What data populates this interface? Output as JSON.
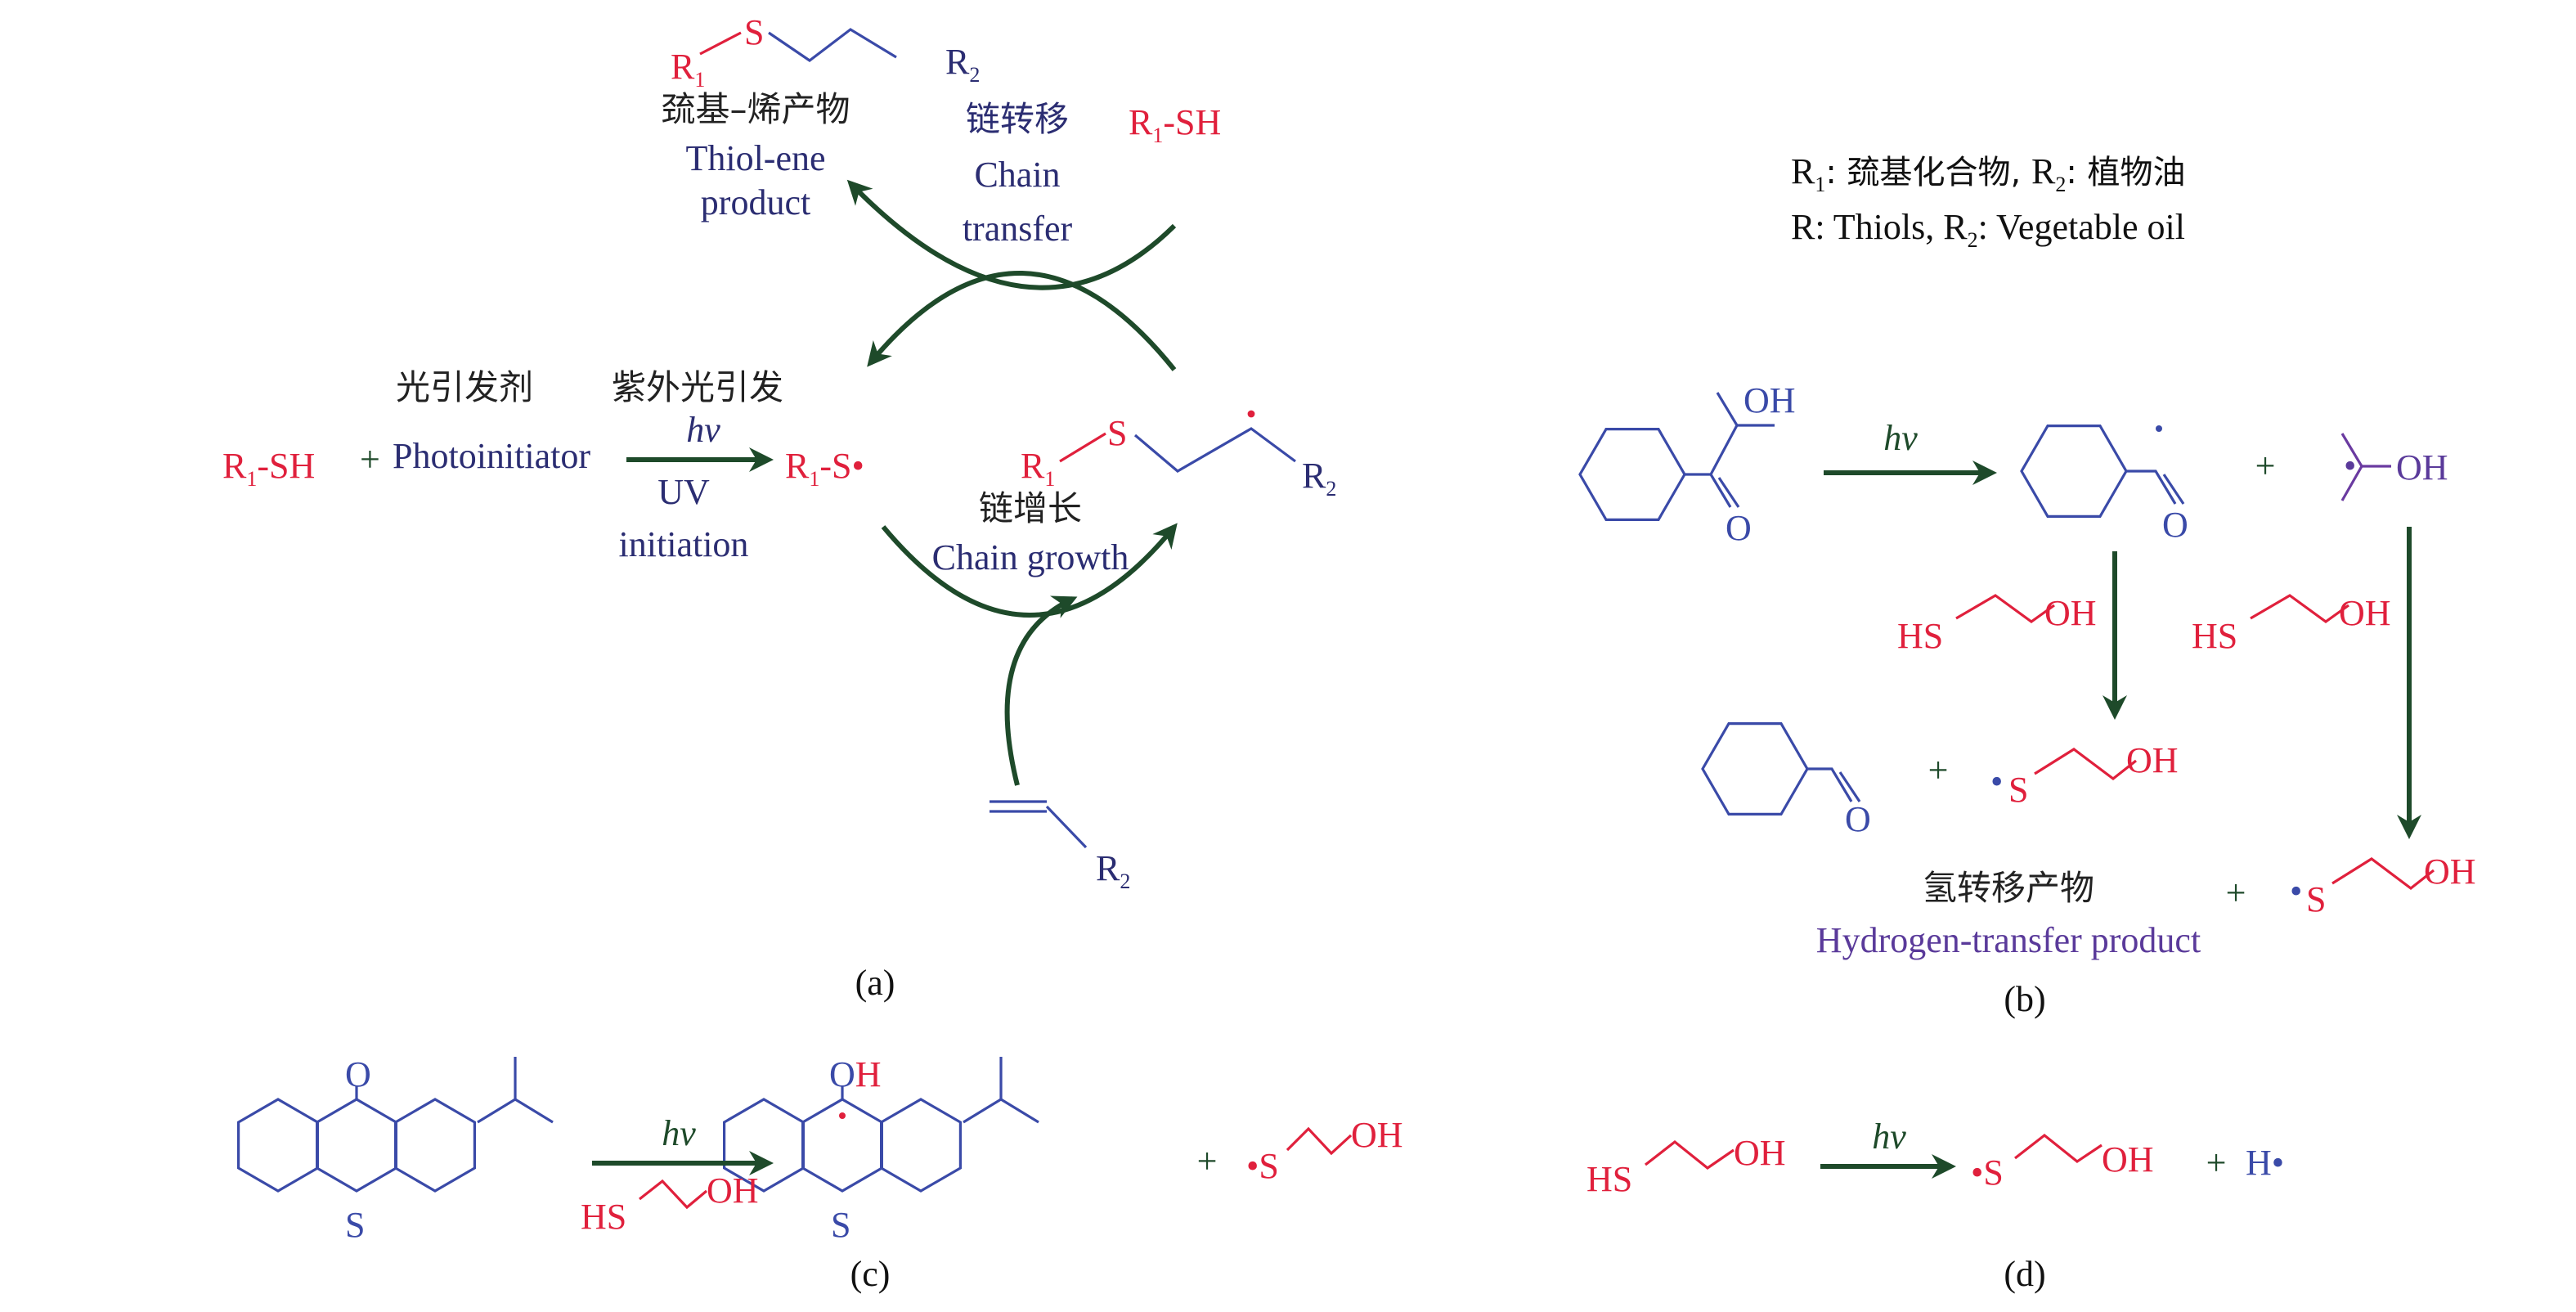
{
  "colors": {
    "red": "#e0203c",
    "navy": "#2b2d72",
    "blue": "#3a4aa8",
    "purple": "#5a3a9a",
    "arrow": "#1e4a2a"
  },
  "panel_a": {
    "product_R1": "R",
    "product_R1_sub": "1",
    "product_S": "S",
    "product_R2": "R",
    "product_R2_sub": "2",
    "product_cn": "巯基–烯产物",
    "product_en1": "Thiol-ene",
    "product_en2": "product",
    "transfer_cn": "链转移",
    "transfer_en1": "Chain",
    "transfer_en2": "transfer",
    "thiol_top": {
      "R": "R",
      "sub": "1",
      "rest": "-SH"
    },
    "photoinitiator_cn": "光引发剂",
    "uv_cn": "紫外光引发",
    "thiol_left": {
      "R": "R",
      "sub": "1",
      "rest": "-SH"
    },
    "plus": "+",
    "photoinitiator_en": "Photoinitiator",
    "hv": "hv",
    "uv_en1": "UV",
    "uv_en2": "initiation",
    "thiyl": {
      "R": "R",
      "sub": "1",
      "rest": "-S•"
    },
    "growth_R1": "R",
    "growth_R1_sub": "1",
    "growth_S": "S",
    "growth_R2": "R",
    "growth_R2_sub": "2",
    "growth_cn": "链增长",
    "growth_en": "Chain growth",
    "ene_R2": "R",
    "ene_R2_sub": "2",
    "label": "(a)"
  },
  "panel_b": {
    "legend_line1": {
      "R1": "R",
      "R1_sub": "1",
      "text1": ": 巯基化合物, ",
      "R2": "R",
      "R2_sub": "2",
      "text2": ": 植物油"
    },
    "legend_line2": {
      "text1": "R: Thiols, ",
      "R2": "R",
      "R2_sub": "2",
      "text2": ": Vegetable oil"
    },
    "OH": "OH",
    "O": "O",
    "hv": "hv",
    "plus": "+",
    "radical_dot": "•",
    "HS": "HS",
    "S": "S",
    "product_cn": "氢转移产物",
    "product_en": "Hydrogen-transfer product",
    "label": "(b)"
  },
  "panel_c": {
    "O": "O",
    "S": "S",
    "OH_O": "O",
    "OH_H": "H",
    "hv": "hv",
    "HS": "HS",
    "OH": "OH",
    "plus": "+",
    "radical_S": "•S",
    "label": "(c)"
  },
  "panel_d": {
    "HS": "HS",
    "OH": "OH",
    "hv": "hv",
    "radical_S": "•S",
    "plus": "+",
    "H_radical": "H•",
    "label": "(d)"
  }
}
